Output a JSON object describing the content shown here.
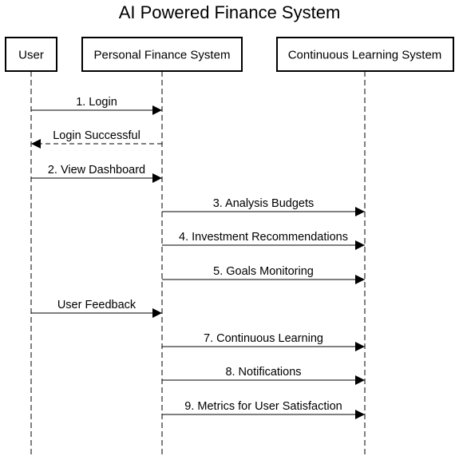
{
  "diagram": {
    "title": "AI Powered Finance System",
    "actors": [
      {
        "id": "user",
        "label": "User"
      },
      {
        "id": "pfs",
        "label": "Personal Finance System"
      },
      {
        "id": "cls",
        "label": "Continuous Learning System"
      }
    ],
    "messages": [
      {
        "label": "1. Login",
        "from": "user",
        "to": "pfs",
        "style": "solid"
      },
      {
        "label": "Login Successful",
        "from": "pfs",
        "to": "user",
        "style": "dashed"
      },
      {
        "label": "2. View Dashboard",
        "from": "user",
        "to": "pfs",
        "style": "solid"
      },
      {
        "label": "3. Analysis Budgets",
        "from": "pfs",
        "to": "cls",
        "style": "solid"
      },
      {
        "label": "4. Investment Recommendations",
        "from": "pfs",
        "to": "cls",
        "style": "solid"
      },
      {
        "label": "5. Goals Monitoring",
        "from": "pfs",
        "to": "cls",
        "style": "solid"
      },
      {
        "label": "User Feedback",
        "from": "user",
        "to": "pfs",
        "style": "solid"
      },
      {
        "label": "7. Continuous Learning",
        "from": "pfs",
        "to": "cls",
        "style": "solid"
      },
      {
        "label": "8. Notifications",
        "from": "pfs",
        "to": "cls",
        "style": "solid"
      },
      {
        "label": "9. Metrics for User Satisfaction",
        "from": "pfs",
        "to": "cls",
        "style": "solid"
      }
    ]
  },
  "colors": {
    "stroke": "#000000",
    "background": "#ffffff",
    "text": "#000000"
  }
}
